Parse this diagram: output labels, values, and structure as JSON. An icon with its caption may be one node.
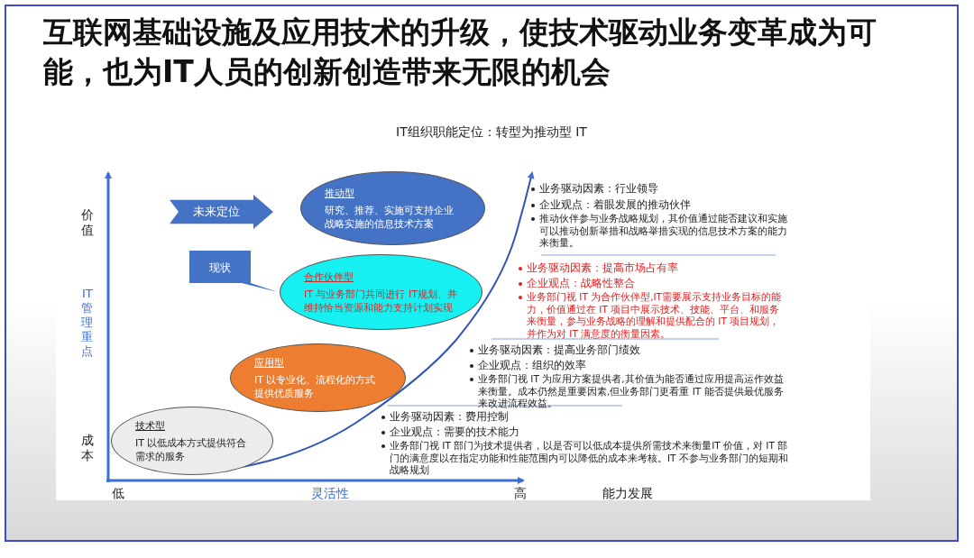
{
  "diagram": {
    "title": "互联网基础设施及应用技术的升级，使技术驱动业务变革成为可能，也为IT人员的创新创造带来无限的机会",
    "nodes": [
      {
        "text": [
          "未来定位"
        ]
      },
      {
        "text": [
          "推动型",
          "研究、推荐、实施可支持企业战略实施的信息技术方案"
        ]
      },
      {
        "text": [
          "现状"
        ]
      },
      {
        "text": [
          "合作伙伴型",
          "IT 与业务部门共同进行 IT规划、并维持恰当资源和能力支持计划实现"
        ]
      },
      {
        "text": [
          "应用型",
          "IT 以专业化、流程化的方式提供优质服务"
        ]
      },
      {
        "text": [
          "技术型",
          "IT 以低成本方式提供符合需求的服务"
        ]
      }
    ],
    "labels": [
      "IT组织职能定位：转型为推动型 IT",
      "价值",
      "业务驱动因素：行业领导",
      "企业观点：着眼发展的推动伙伴",
      "推动伙伴参与业务战略规划，其价值通过能否建议和实施可以推动创新举措和战略举措实现的信息技术方案的能力来衡量。",
      "业务驱动因素：提高市场占有率",
      "企业观点：战略性整合",
      "业务部门视 IT 为合作伙伴型,IT需要展示支持业务目标的能力，价值通过在 IT 项目中展示技术、技能、平台、和服务来衡量，参与业务战略的理解和提供配合的 IT 项目规划，并作为对 IT 满意度的衡量因素。",
      "IT 管理重点",
      "业务驱动因素：提高业务部门绩效",
      "企业观点：组织的效率",
      "业务部门视 IT 为应用方案提供者,其价值为能否通过应用提高运作效益来衡量。成本仍然是重要因素,但业务部门更看重 IT 能否提供最优服务来改进流程效益。",
      "业务驱动因素：费用控制",
      "企业观点：需要的技术能力",
      "成本",
      "业务部门视 IT 部门为技术提供者，以是否可以低成本提供所需技术来衡量IT 价值，对 IT 部门的满意度以在指定功能和性能范围内可以降低的成本来考核。IT 不参与业务部门的短期和战略规划",
      "低",
      "灵活性",
      "高",
      "能力发展"
    ]
  }
}
